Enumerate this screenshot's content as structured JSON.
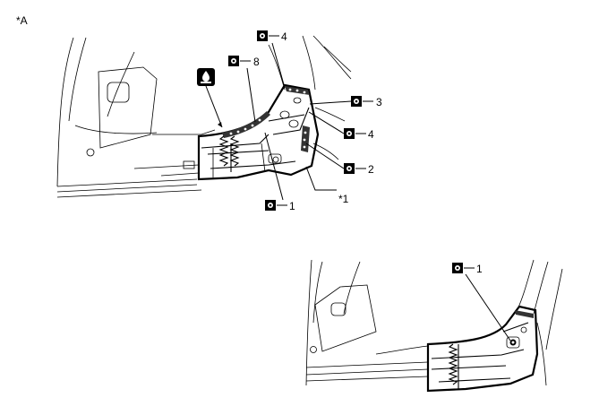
{
  "figure": {
    "view_label": "*A",
    "callouts": [
      {
        "id": "c8",
        "text": "8"
      },
      {
        "id": "c4a",
        "text": "4"
      },
      {
        "id": "c3",
        "text": "3"
      },
      {
        "id": "c4b",
        "text": "4"
      },
      {
        "id": "c2",
        "text": "2"
      },
      {
        "id": "c1a",
        "text": "1"
      },
      {
        "id": "c1b",
        "text": "1"
      }
    ],
    "note_label": "*1",
    "icons": [
      "spot-weld-symbol-icon",
      "sealer-application-icon"
    ]
  }
}
